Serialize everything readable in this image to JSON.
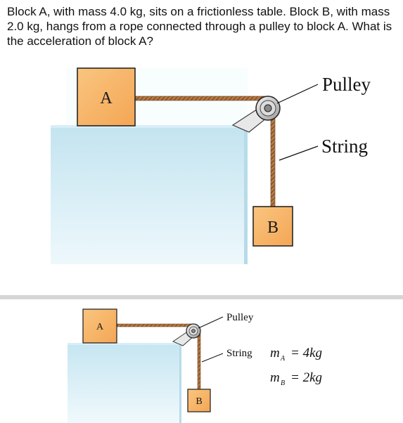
{
  "question": {
    "text": "Block A, with mass 4.0 kg, sits on a frictionless table. Block B, with mass 2.0 kg, hangs from a rope connected through a pulley to block A. What is the acceleration of block A?"
  },
  "diagram_top": {
    "block_a_label": "A",
    "block_b_label": "B",
    "pulley_label": "Pulley",
    "string_label": "String"
  },
  "diagram_bottom": {
    "block_a_label": "A",
    "block_b_label": "B",
    "pulley_label": "Pulley",
    "string_label": "String",
    "mass_a": {
      "symbol": "m",
      "subscript": "A",
      "value": "= 4kg"
    },
    "mass_b": {
      "symbol": "m",
      "subscript": "B",
      "value": "= 2kg"
    }
  },
  "colors": {
    "table_top": "#c3e4f0",
    "table_bottom": "#eaf6fb",
    "block_fill": "#f7b267",
    "block_border": "#1a1a1a",
    "rope": "#a26a3c",
    "separator": "#cfcfcf"
  }
}
